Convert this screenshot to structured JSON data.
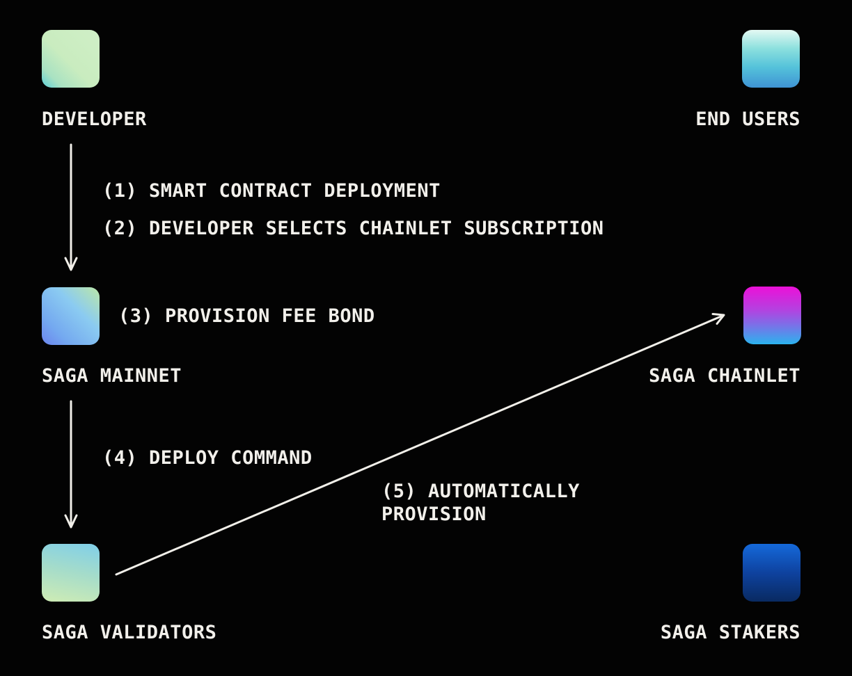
{
  "palette": {
    "background": "#030303",
    "text": "#f2f0eb",
    "arrow": "#f1efe9"
  },
  "nodes": [
    {
      "id": "developer",
      "label": "DEVELOPER",
      "gradient": {
        "angle": "45deg",
        "stops": [
          "#5bcfd8 0%",
          "#a9e2c2 18%",
          "#c9ecbf 45%",
          "#d0efc7 100%"
        ]
      }
    },
    {
      "id": "end-users",
      "label": "END USERS",
      "gradient": {
        "angle": "180deg",
        "stops": [
          "#e4f9f3 0%",
          "#8ce0de 32%",
          "#54c2da 65%",
          "#3f93d4 100%"
        ]
      }
    },
    {
      "id": "saga-mainnet",
      "label": "SAGA MAINNET",
      "gradient": {
        "angle": "225deg",
        "stops": [
          "#bce7a7 0%",
          "#8bcbf1 38%",
          "#74a9f0 75%",
          "#6b84ee 100%"
        ]
      }
    },
    {
      "id": "saga-chainlet",
      "label": "SAGA CHAINLET",
      "gradient": {
        "angle": "180deg",
        "stops": [
          "#ec10d8 0%",
          "#b441e0 40%",
          "#7873e8 68%",
          "#2bb3ee 100%"
        ]
      }
    },
    {
      "id": "saga-validators",
      "label": "SAGA VALIDATORS",
      "gradient": {
        "angle": "192deg",
        "stops": [
          "#80cfe9 0%",
          "#a5dcca 48%",
          "#cfecb4 100%"
        ]
      }
    },
    {
      "id": "saga-stakers",
      "label": "SAGA STAKERS",
      "gradient": {
        "angle": "180deg",
        "stops": [
          "#1569da 0%",
          "#0e429f 50%",
          "#092a61 100%"
        ]
      }
    }
  ],
  "steps": [
    {
      "label": "(1) SMART CONTRACT DEPLOYMENT"
    },
    {
      "label": "(2) DEVELOPER SELECTS CHAINLET SUBSCRIPTION"
    },
    {
      "label": "(3) PROVISION FEE BOND"
    },
    {
      "label": "(4) DEPLOY COMMAND"
    },
    {
      "label": "(5) AUTOMATICALLY\nPROVISION"
    }
  ],
  "edges": [
    {
      "from": "DEVELOPER",
      "to": "SAGA MAINNET",
      "steps": [
        "(1)",
        "(2)"
      ]
    },
    {
      "from": "SAGA MAINNET",
      "to": "SAGA VALIDATORS",
      "steps": [
        "(4)"
      ]
    },
    {
      "from": "SAGA VALIDATORS",
      "to": "SAGA CHAINLET",
      "steps": [
        "(5)"
      ]
    }
  ]
}
